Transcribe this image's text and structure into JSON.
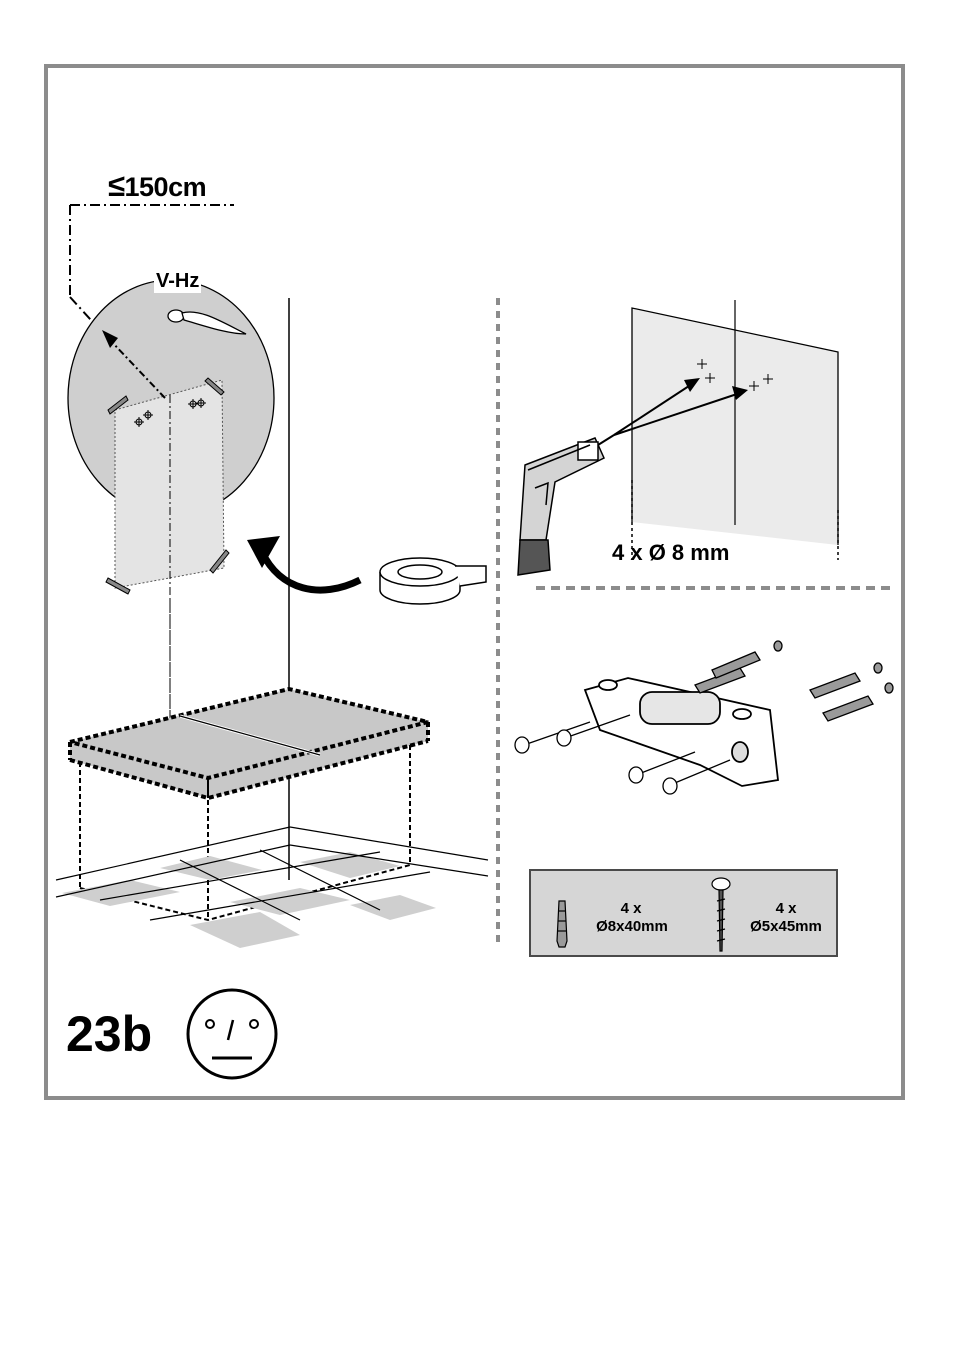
{
  "distance_label": {
    "symbol": "≤",
    "value": "150cm"
  },
  "power_label": "V-Hz",
  "drill_label": "4 x Ø 8 mm",
  "legend": {
    "plugs": {
      "qty": "4 x",
      "size": "Ø8x40mm",
      "icon": "wall-plug-icon"
    },
    "screws": {
      "qty": "4 x",
      "size": "Ø5x45mm",
      "icon": "screw-icon"
    }
  },
  "step": {
    "number": "23b",
    "icon": "neutral-face-icon"
  },
  "colors": {
    "frame": "#8c8c8c",
    "gray_fill": "#c8c8c8",
    "legend_bg": "#d6d6d6"
  }
}
